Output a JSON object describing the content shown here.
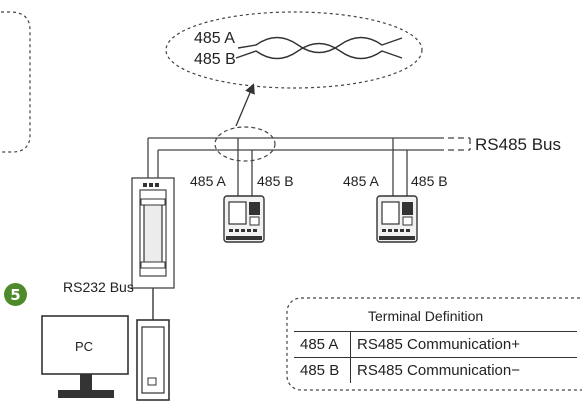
{
  "step_badge": "5",
  "twisted_pair": {
    "line_a": "485 A",
    "line_b": "485 B"
  },
  "bus_label": "RS485 Bus",
  "device_1": {
    "terminal_a": "485 A",
    "terminal_b": "485 B"
  },
  "device_2": {
    "terminal_a": "485 A",
    "terminal_b": "485 B"
  },
  "rs232_label": "RS232  Bus",
  "pc_label": "PC",
  "terminal_table": {
    "title": "Terminal  Definition",
    "rows": [
      {
        "terminal": "485  A",
        "definition": "RS485  Communication+"
      },
      {
        "terminal": "485  B",
        "definition": "RS485  Communication−"
      }
    ]
  },
  "colors": {
    "badge": "#4e8a2a",
    "line": "#333333"
  }
}
